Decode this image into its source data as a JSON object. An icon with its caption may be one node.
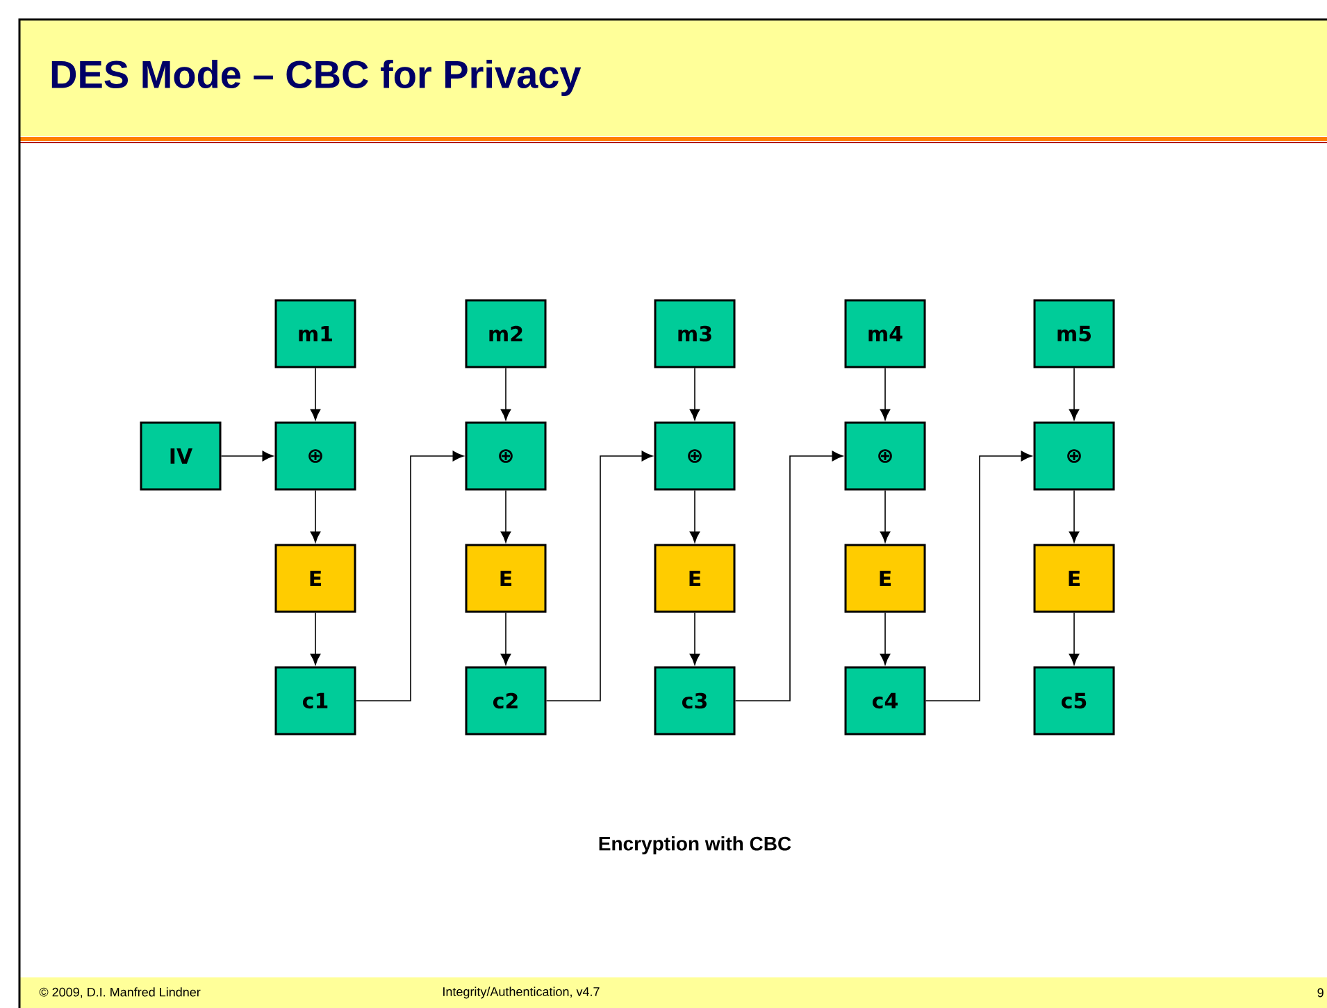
{
  "diagram": {
    "title": "DES Mode – CBC for Privacy",
    "caption": "Encryption with CBC",
    "nodes": [
      {
        "text": [
          "m1"
        ]
      },
      {
        "text": [
          "m2"
        ]
      },
      {
        "text": [
          "m3"
        ]
      },
      {
        "text": [
          "m4"
        ]
      },
      {
        "text": [
          "m5"
        ]
      },
      {
        "text": [
          "IV"
        ]
      },
      {
        "text": [
          "⊕"
        ]
      },
      {
        "text": [
          "⊕"
        ]
      },
      {
        "text": [
          "⊕"
        ]
      },
      {
        "text": [
          "⊕"
        ]
      },
      {
        "text": [
          "⊕"
        ]
      },
      {
        "text": [
          "E"
        ]
      },
      {
        "text": [
          "E"
        ]
      },
      {
        "text": [
          "E"
        ]
      },
      {
        "text": [
          "E"
        ]
      },
      {
        "text": [
          "E"
        ]
      },
      {
        "text": [
          "c1"
        ]
      },
      {
        "text": [
          "c2"
        ]
      },
      {
        "text": [
          "c3"
        ]
      },
      {
        "text": [
          "c4"
        ]
      },
      {
        "text": [
          "c5"
        ]
      }
    ],
    "edges": [
      {
        "from": 0,
        "to": 6,
        "arrow": "to"
      },
      {
        "from": 1,
        "to": 7,
        "arrow": "to"
      },
      {
        "from": 2,
        "to": 8,
        "arrow": "to"
      },
      {
        "from": 3,
        "to": 9,
        "arrow": "to"
      },
      {
        "from": 4,
        "to": 10,
        "arrow": "to"
      },
      {
        "from": 5,
        "to": 6,
        "arrow": "to"
      },
      {
        "from": 6,
        "to": 11,
        "arrow": "to"
      },
      {
        "from": 7,
        "to": 12,
        "arrow": "to"
      },
      {
        "from": 8,
        "to": 13,
        "arrow": "to"
      },
      {
        "from": 9,
        "to": 14,
        "arrow": "to"
      },
      {
        "from": 10,
        "to": 15,
        "arrow": "to"
      },
      {
        "from": 11,
        "to": 16,
        "arrow": "to"
      },
      {
        "from": 12,
        "to": 17,
        "arrow": "to"
      },
      {
        "from": 13,
        "to": 18,
        "arrow": "to"
      },
      {
        "from": 14,
        "to": 19,
        "arrow": "to"
      },
      {
        "from": 15,
        "to": 20,
        "arrow": "to"
      },
      {
        "from": 16,
        "to": 7,
        "arrow": "to"
      },
      {
        "from": 17,
        "to": 8,
        "arrow": "to"
      },
      {
        "from": 18,
        "to": 9,
        "arrow": "to"
      },
      {
        "from": 19,
        "to": 10,
        "arrow": "to"
      }
    ],
    "labels": [
      "© 2009, D.I. Manfred Lindner",
      "Integrity/Authentication, v4.7",
      "9"
    ]
  }
}
